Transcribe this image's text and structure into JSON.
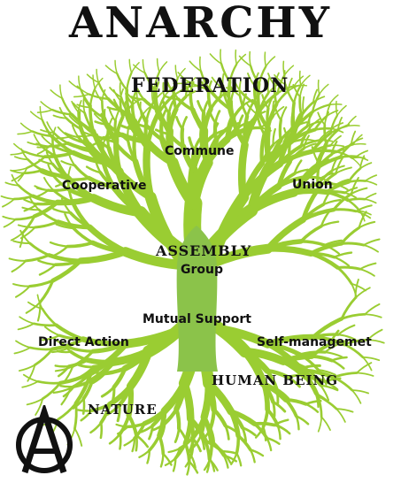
{
  "title": "ANARCHY",
  "labels": {
    "federation": "FEDERATION",
    "commune": "Commune",
    "cooperative": "Cooperative",
    "union": "Union",
    "assembly": "ASSEMBLY",
    "group": "Group",
    "mutual_support": "Mutual Support",
    "direct_action": "Direct Action",
    "self_management": "Self-managemet",
    "human_being": "HUMAN BEING",
    "nature": "NATURE"
  },
  "colors": {
    "tree": "#9acd32",
    "tree_dark": "#8bc34a",
    "text": "#111111",
    "symbol": "#111111"
  },
  "icons": {
    "anarchy_symbol": "circle-a-icon"
  }
}
